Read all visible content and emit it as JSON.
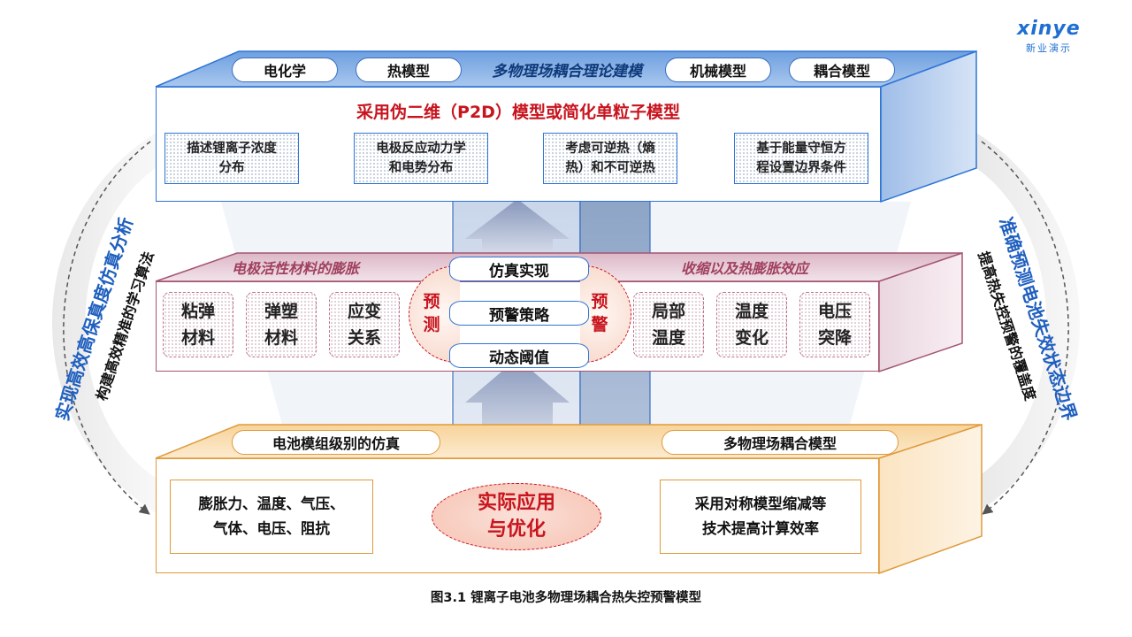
{
  "logo": {
    "word": "xinye",
    "sub": "新业演示"
  },
  "top": {
    "pills": [
      "电化学",
      "热模型",
      "机械模型",
      "耦合模型"
    ],
    "center_label": "多物理场耦合理论建模",
    "title": "采用伪二维（P2D）模型或简化单粒子模型",
    "boxes": [
      {
        "line1": "描述锂离子浓度",
        "line2": "分布"
      },
      {
        "line1": "电极反应动力学",
        "line2": "和电势分布"
      },
      {
        "line1": "考虑可逆热（熵",
        "line2": "热）和不可逆热"
      },
      {
        "line1": "基于能量守恒方",
        "line2": "程设置边界条件"
      }
    ]
  },
  "middle": {
    "left_label": "电极活性材料的膨胀",
    "right_label": "收缩以及热膨胀效应",
    "left_boxes": [
      {
        "line1": "粘弹",
        "line2": "材料"
      },
      {
        "line1": "弹塑",
        "line2": "材料"
      },
      {
        "line1": "应变",
        "line2": "关系"
      }
    ],
    "right_boxes": [
      {
        "line1": "局部",
        "line2": "温度"
      },
      {
        "line1": "温度",
        "line2": "变化"
      },
      {
        "line1": "电压",
        "line2": "突降"
      }
    ],
    "left_circle": {
      "line1": "预",
      "line2": "测"
    },
    "right_circle": {
      "line1": "预",
      "line2": "警"
    },
    "cylinders": [
      "仿真实现",
      "预警策略",
      "动态阈值"
    ]
  },
  "bottom": {
    "pills": [
      "电池模组级别的仿真",
      "多物理场耦合模型"
    ],
    "left_box": {
      "line1": "膨胀力、温度、气压、",
      "line2": "气体、电压、阻抗"
    },
    "center": {
      "line1": "实际应用",
      "line2": "与优化"
    },
    "right_box": {
      "line1": "采用对称模型缩减等",
      "line2": "技术提高计算效率"
    }
  },
  "side": {
    "left_outer": "实现高效高保真度仿真分析",
    "left_inner": "构建高效精准的学习算法",
    "right_outer": "准确预测电池失效状态边界",
    "right_inner": "提高热失控预警的覆盖度"
  },
  "caption": "图3.1 锂离子电池多物理场耦合热失控预警模型",
  "colors": {
    "blue": "#2e75d6",
    "red": "#c8141e",
    "pink": "#a45572",
    "orange": "#e09a3b"
  }
}
